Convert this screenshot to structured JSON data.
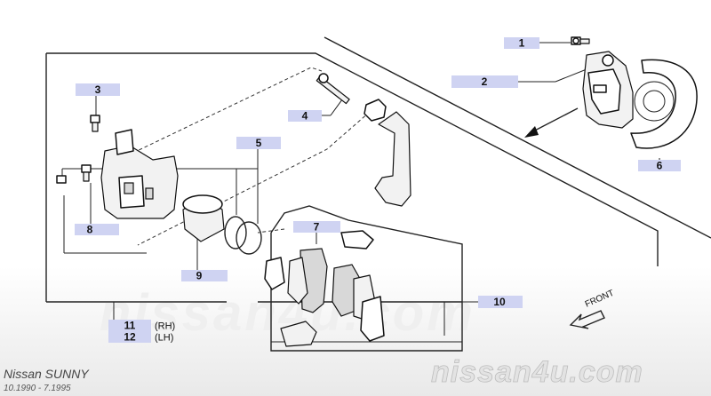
{
  "callouts": {
    "c1": "1",
    "c2": "2",
    "c3": "3",
    "c4": "4",
    "c5": "5",
    "c6": "6",
    "c7": "7",
    "c8": "8",
    "c9": "9",
    "c10": "10",
    "c11": "11",
    "c12": "12"
  },
  "notes": {
    "rh": "(RH)",
    "lh": "(LH)"
  },
  "direction": {
    "front": "FRONT"
  },
  "watermark": {
    "big": "nissan4u.com",
    "small": "nissan4u.com"
  },
  "footer": {
    "brand": "Nissan SUNNY",
    "dates": "10.1990 - 7.1995"
  },
  "colors": {
    "callout_bg": "#cfd3f2",
    "line": "#222222"
  }
}
